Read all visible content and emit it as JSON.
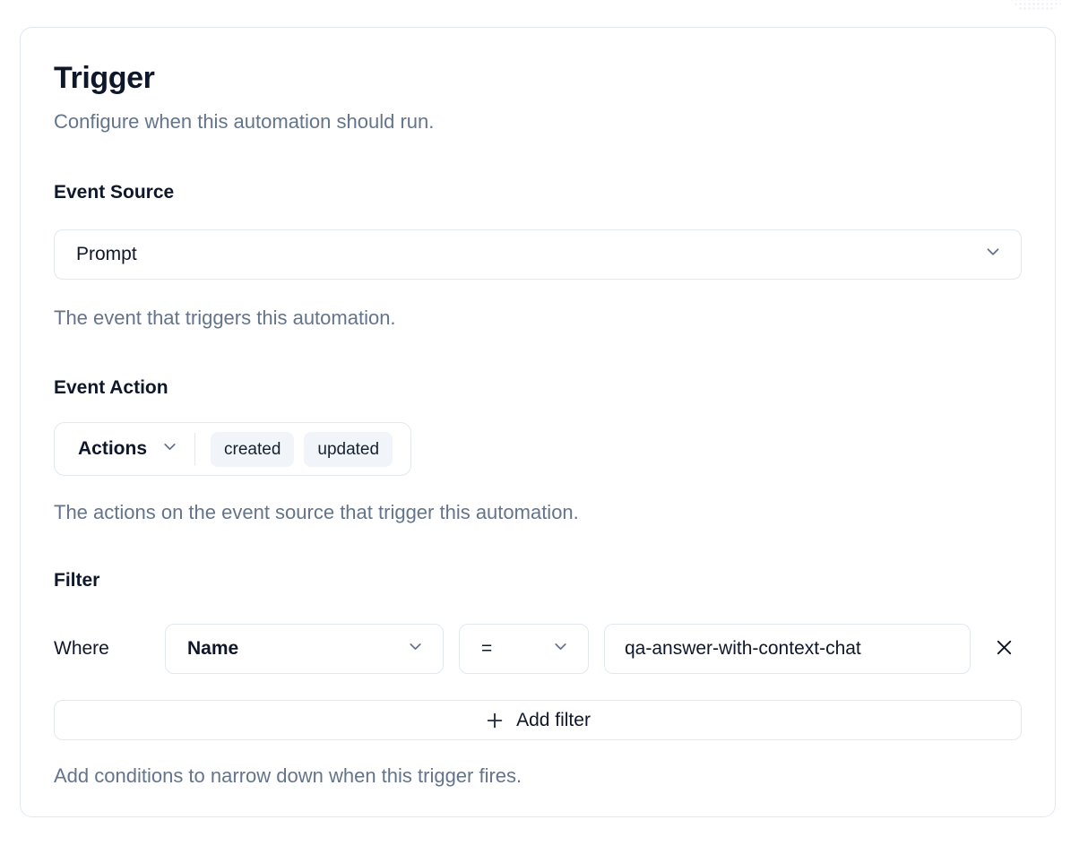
{
  "page": {
    "title": "Trigger",
    "subtitle": "Configure when this automation should run."
  },
  "event_source": {
    "label": "Event Source",
    "selected": "Prompt",
    "helper": "The event that triggers this automation."
  },
  "event_action": {
    "label": "Event Action",
    "dropdown_label": "Actions",
    "chips": [
      "created",
      "updated"
    ],
    "helper": "The actions on the event source that trigger this automation."
  },
  "filter": {
    "label": "Filter",
    "where_label": "Where",
    "rows": [
      {
        "field": "Name",
        "operator": "=",
        "value": "qa-answer-with-context-chat"
      }
    ],
    "add_button_label": "Add filter",
    "helper": "Add conditions to narrow down when this trigger fires."
  },
  "colors": {
    "text_dark": "#0f172a",
    "text_muted": "#64748b",
    "border": "#e2e8f0",
    "chip_bg": "#f1f5f9"
  }
}
